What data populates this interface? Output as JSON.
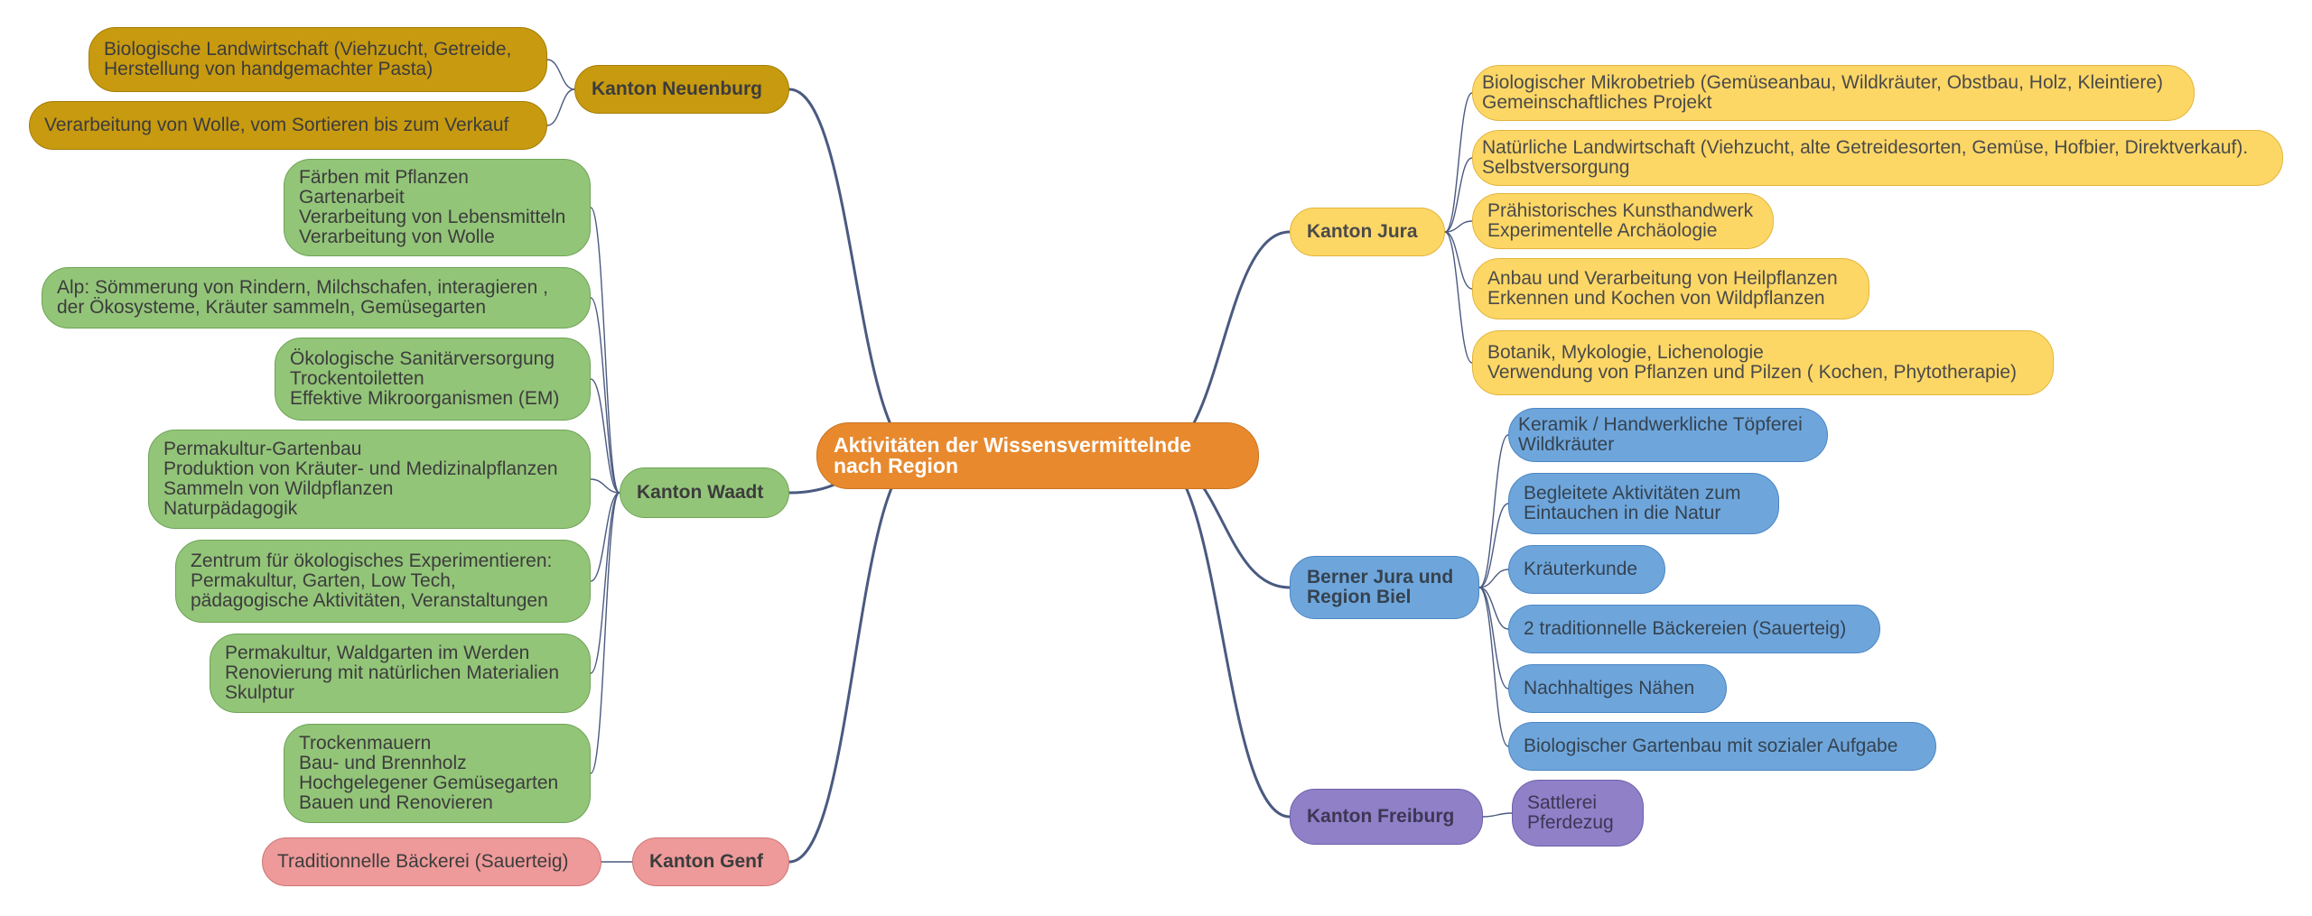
{
  "central": "Aktivitäten der Wissensvermittelnde\nnach Region",
  "branches": {
    "neuenburg": {
      "label": "Kanton Neuenburg",
      "items": [
        "Biologische Landwirtschaft (Viehzucht, Getreide,\nHerstellung von handgemachter Pasta)",
        "Verarbeitung von Wolle, vom Sortieren bis zum Verkauf"
      ]
    },
    "waadt": {
      "label": "Kanton Waadt",
      "items": [
        "Färben mit Pflanzen\nGartenarbeit\nVerarbeitung von Lebensmitteln\nVerarbeitung von Wolle",
        "Alp: Sömmerung von Rindern, Milchschafen, interagieren ,\nder Ökosysteme, Kräuter sammeln, Gemüsegarten",
        "Ökologische Sanitärversorgung\nTrockentoiletten\nEffektive Mikroorganismen (EM)",
        "Permakultur-Gartenbau\nProduktion von Kräuter- und Medizinalpflanzen\nSammeln von Wildpflanzen\nNaturpädagogik",
        "Zentrum für ökologisches Experimentieren:\nPermakultur, Garten, Low Tech,\npädagogische Aktivitäten, Veranstaltungen",
        "Permakultur, Waldgarten im Werden\nRenovierung mit natürlichen Materialien\nSkulptur",
        "Trockenmauern\nBau- und Brennholz\nHochgelegener Gemüsegarten\nBauen und Renovieren"
      ]
    },
    "genf": {
      "label": "Kanton Genf",
      "items": [
        "Traditionnelle Bäckerei (Sauerteig)"
      ]
    },
    "jura": {
      "label": "Kanton Jura",
      "items": [
        "Biologischer Mikrobetrieb (Gemüseanbau, Wildkräuter, Obstbau, Holz, Kleintiere)\nGemeinschaftliches Projekt",
        "Natürliche Landwirtschaft (Viehzucht, alte Getreidesorten, Gemüse, Hofbier, Direktverkauf).\nSelbstversorgung",
        "Prähistorisches Kunsthandwerk\nExperimentelle Archäologie",
        "Anbau und Verarbeitung von Heilpflanzen\nErkennen und Kochen von Wildpflanzen",
        "Botanik, Mykologie, Lichenologie\nVerwendung von Pflanzen und Pilzen ( Kochen, Phytotherapie)"
      ]
    },
    "bernerjura": {
      "label": "Berner Jura und\nRegion Biel",
      "items": [
        "Keramik / Handwerkliche Töpferei\nWildkräuter",
        "Begleitete Aktivitäten zum\nEintauchen in die Natur",
        "Kräuterkunde",
        "2 traditionnelle Bäckereien (Sauerteig)",
        "Nachhaltiges Nähen",
        "Biologischer Gartenbau mit sozialer Aufgabe"
      ]
    },
    "freiburg": {
      "label": "Kanton Freiburg",
      "items": [
        "Sattlerei\nPferdezug"
      ]
    }
  },
  "colors": {
    "connector": "#4a5a80",
    "central": "#e8892e",
    "jura": "#fdd766",
    "neuenburg": "#c89a0f",
    "waadt": "#93c579",
    "bernerjura": "#6ea6dc",
    "freiburg": "#8f80c8",
    "genf": "#ee9a9a"
  }
}
